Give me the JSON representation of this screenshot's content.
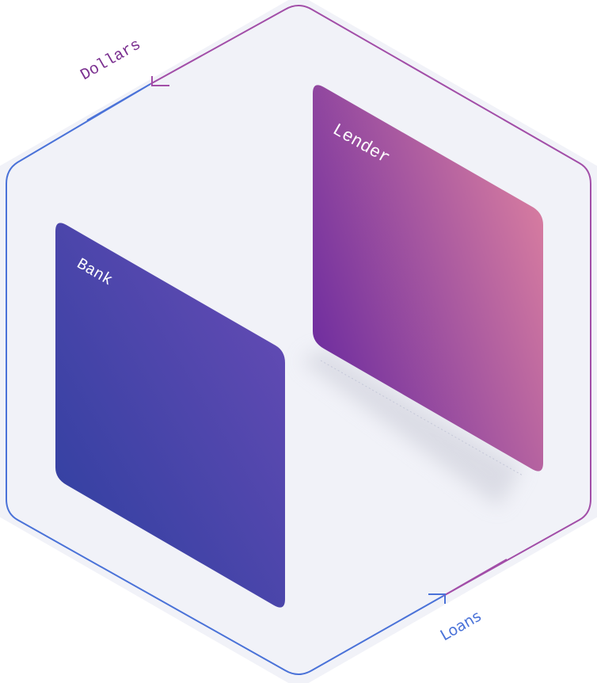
{
  "diagram": {
    "nodes": [
      {
        "id": "bank",
        "label": "Bank"
      },
      {
        "id": "lender",
        "label": "Lender"
      }
    ],
    "edges": [
      {
        "label": "Dollars",
        "direction": "toward-bank"
      },
      {
        "label": "Loans",
        "direction": "toward-lender"
      }
    ]
  },
  "colors": {
    "blue": "#4a72d8",
    "purple": "#a24ea8",
    "hex_fill": "#f1f2f8",
    "bank_start": "#2c3f9f",
    "bank_end": "#6a4cb6",
    "lender_start": "#6c2b9f",
    "lender_end": "#dc80a0"
  }
}
